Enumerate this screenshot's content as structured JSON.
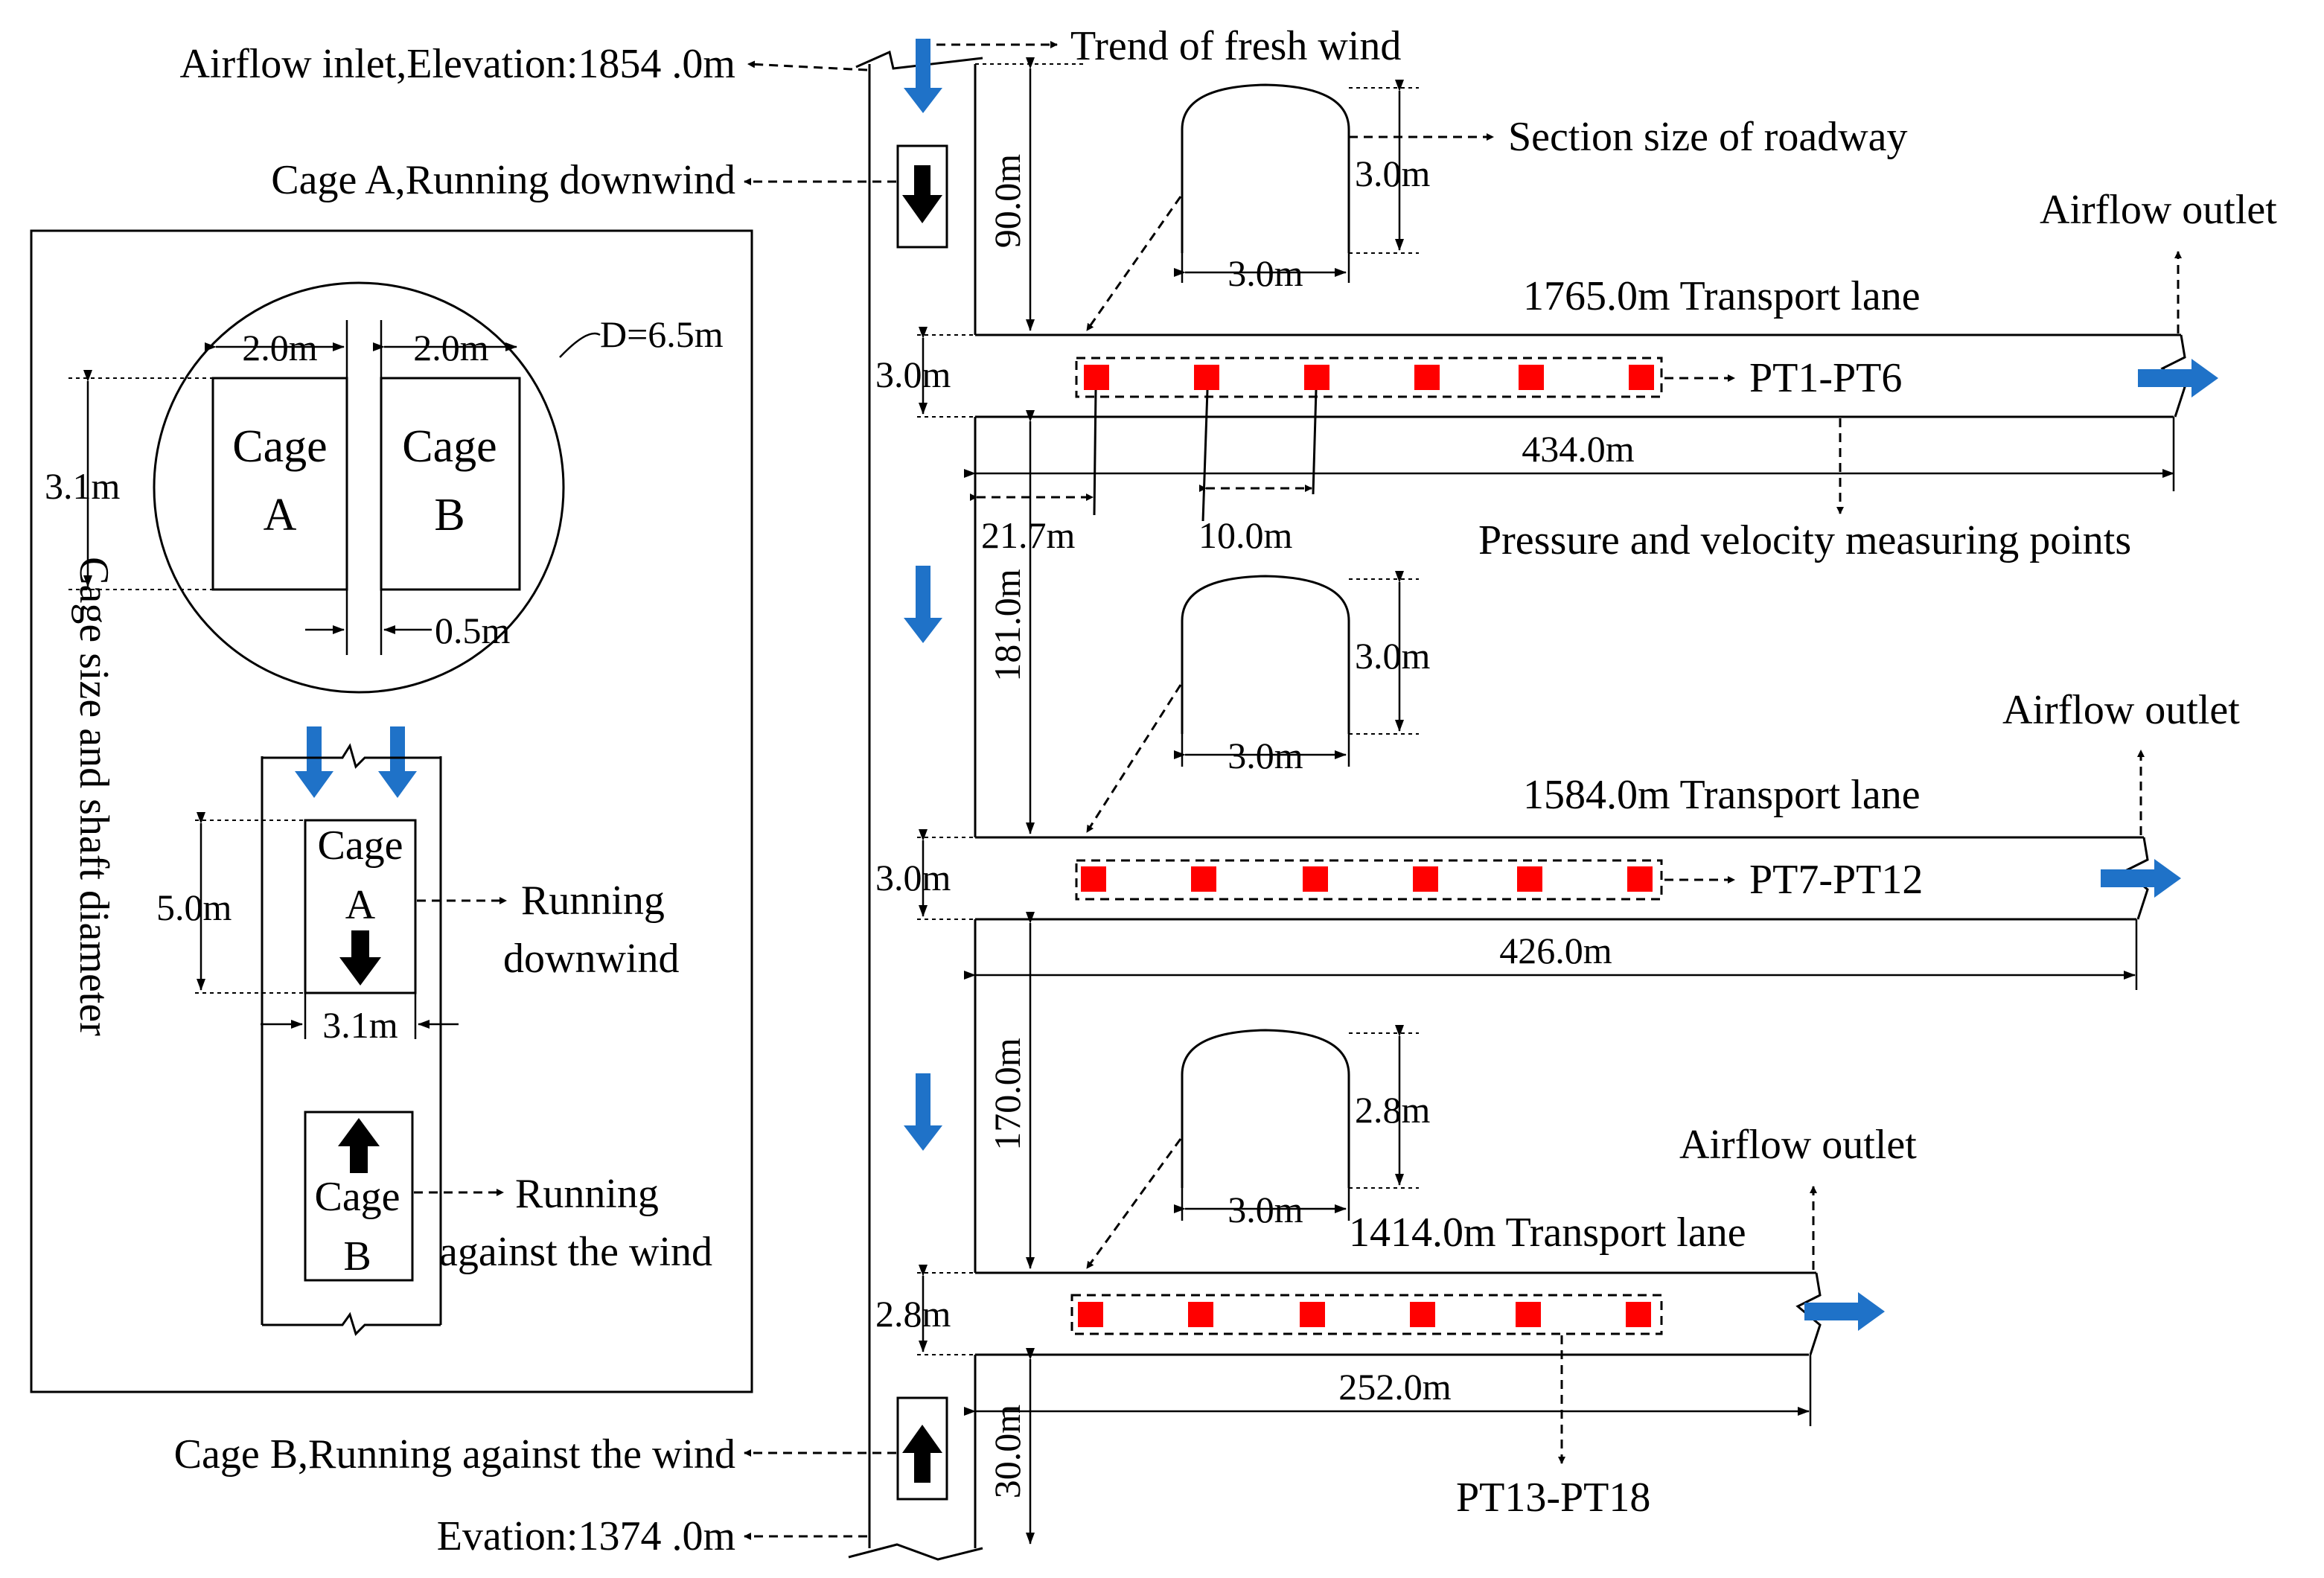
{
  "colors": {
    "measuring_point": "#ff0000",
    "airflow_arrow": "#1f72c8",
    "line": "#000000"
  },
  "shaft": {
    "inlet_label": "Airflow inlet,Elevation:1854 .0m",
    "bottom_label": "Evation:1374 .0m",
    "fresh_wind_label": "Trend of fresh wind",
    "cage_a_label": "Cage A,Running downwind",
    "cage_b_label": "Cage B,Running against the wind",
    "seg_1": "90.0m",
    "seg_2": "181.0m",
    "seg_3": "170.0m",
    "seg_4": "30.0m"
  },
  "inset": {
    "title": "Cage size and shaft diameter",
    "diameter": "D=6.5m",
    "cage_width_a": "2.0m",
    "cage_width_b": "2.0m",
    "cage_depth": "3.1m",
    "gap": "0.5m",
    "cage_a_word": "Cage",
    "cage_a_letter": "A",
    "cage_b_word": "Cage",
    "cage_b_letter": "B",
    "cage_height": "5.0m",
    "cage_width": "3.1m",
    "running_downwind_1": "Running",
    "running_downwind_2": "downwind",
    "running_against_1": "Running",
    "running_against_2": "against the wind"
  },
  "lanes": [
    {
      "name": "1765.0m Transport lane",
      "height": "3.0m",
      "points": "PT1-PT6",
      "length": "434.0m",
      "outlet": "Airflow outlet",
      "section_h": "3.0m",
      "section_w": "3.0m",
      "section_label": "Section size of roadway",
      "first_offset": "21.7m",
      "spacing": "10.0m",
      "measure_label": "Pressure and velocity measuring points"
    },
    {
      "name": "1584.0m Transport lane",
      "height": "3.0m",
      "points": "PT7-PT12",
      "length": "426.0m",
      "outlet": "Airflow outlet",
      "section_h": "3.0m",
      "section_w": "3.0m"
    },
    {
      "name": "1414.0m Transport lane",
      "height": "2.8m",
      "points": "PT13-PT18",
      "length": "252.0m",
      "outlet": "Airflow outlet",
      "section_h": "2.8m",
      "section_w": "3.0m"
    }
  ]
}
